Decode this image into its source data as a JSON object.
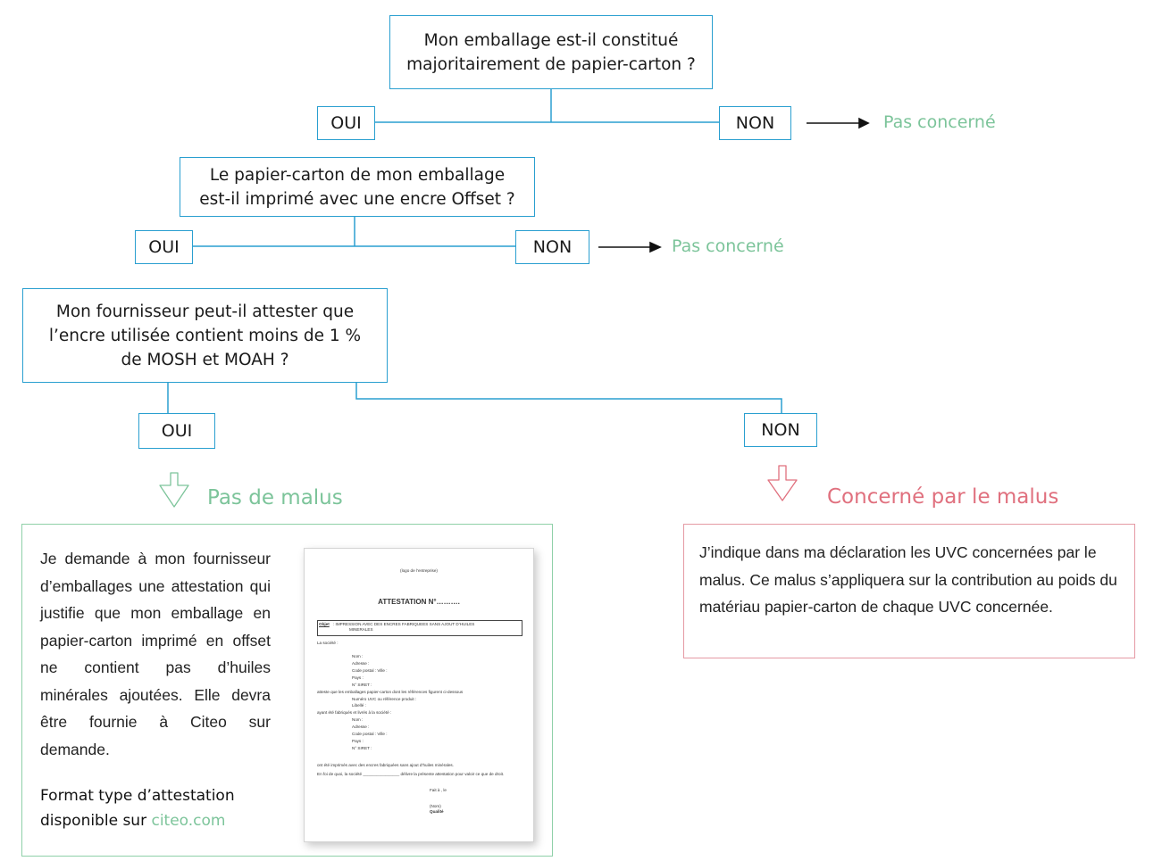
{
  "questions": {
    "q1": [
      "Mon emballage est-il constitué",
      "majoritairement de papier-carton ?"
    ],
    "q2": [
      "Le papier-carton de mon emballage",
      "est-il imprimé avec une encre Offset ?"
    ],
    "q3": [
      "Mon fournisseur peut-il attester que",
      "l’encre utilisée contient moins de 1 %",
      "de MOSH et MOAH ?"
    ]
  },
  "answers": {
    "oui": "OUI",
    "non": "NON"
  },
  "outcomes": {
    "not_concerned": "Pas concerné",
    "no_malus": "Pas de malus",
    "malus": "Concerné par le malus"
  },
  "left_panel": {
    "paragraph": "Je demande à mon fournisseur d’emballages une attestation qui justifie que mon emballage en papier-carton imprimé en offset ne contient pas d’huiles minérales ajoutées. Elle devra être fournie à Citeo sur demande.",
    "format_line1": "Format type d’attestation",
    "format_line2": "disponible sur",
    "link": "citeo.com"
  },
  "right_panel": {
    "paragraph": "J’indique dans ma déclaration les UVC concernées par le malus. Ce malus s’appliquera sur la contribution au poids du matériau papier-carton de chaque UVC concernée."
  },
  "attestation": {
    "logo_line": "(logo de l’entreprise)",
    "title": "ATTESTATION N°……….",
    "objet_label": "Objet",
    "objet_text": ": IMPRESSION     AVEC   DES   ENCRES   FABRIQUEES   SANS   AJOUT   D’HUILES",
    "objet_text2": "MINERALES",
    "lines": [
      "La société :",
      "Nom :",
      "Adresse :",
      "Code postal :                              Ville :",
      "Pays :",
      "N° SIRET :",
      "atteste que les emballages papier-carton dont les références figurent ci-dessous",
      "Numéro UVC ou référence produit :",
      "Libellé :",
      "ayant été fabriqués et livrés  à la société :",
      "Nom :",
      "Adresse :",
      "Code postal :                              Ville :",
      "Pays :",
      "N° SIRET :",
      "ont été imprimés avec des encres fabriquées sans ajout d’huiles minérales.",
      "En foi de quoi, la société ________________ délivre la présente attestation pour valoir ce que de droit.",
      "Fait à                       , le",
      "(Nom)",
      "Qualité"
    ]
  },
  "colors": {
    "box_border": "#2a9fd0",
    "green": "#7cc49a",
    "pink": "#e0707e"
  }
}
